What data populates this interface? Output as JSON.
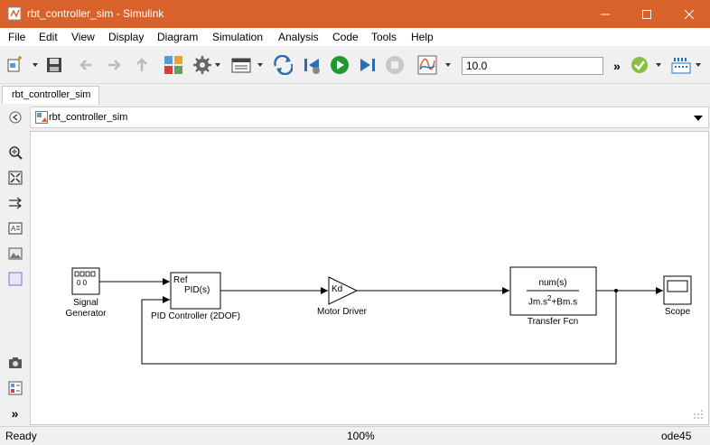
{
  "window": {
    "title": "rbt_controller_sim - Simulink"
  },
  "menu": [
    "File",
    "Edit",
    "View",
    "Display",
    "Diagram",
    "Simulation",
    "Analysis",
    "Code",
    "Tools",
    "Help"
  ],
  "toolbar": {
    "stop_time": "10.0",
    "overflow": "»"
  },
  "tab": {
    "label": "rbt_controller_sim"
  },
  "breadcrumb": {
    "model": "rbt_controller_sim"
  },
  "diagram": {
    "signal_generator": {
      "label_line1": "Signal",
      "label_line2": "Generator",
      "icon_text": "0 0"
    },
    "pid": {
      "port_ref": "Ref",
      "inner": "PID(s)",
      "label": "PID Controller (2DOF)"
    },
    "gain": {
      "inner": "Kd",
      "label": "Motor Driver"
    },
    "transfer_fcn": {
      "numerator": "num(s)",
      "denominator_a": "Jm.s",
      "denominator_exp": "2",
      "denominator_b": "+Bm.s",
      "label": "Transfer Fcn"
    },
    "scope": {
      "label": "Scope"
    }
  },
  "status": {
    "state": "Ready",
    "zoom": "100%",
    "solver": "ode45"
  },
  "colors": {
    "titlebar": "#d9622b",
    "run_green": "#1e9a2c",
    "accent_blue": "#2a6fb5"
  }
}
